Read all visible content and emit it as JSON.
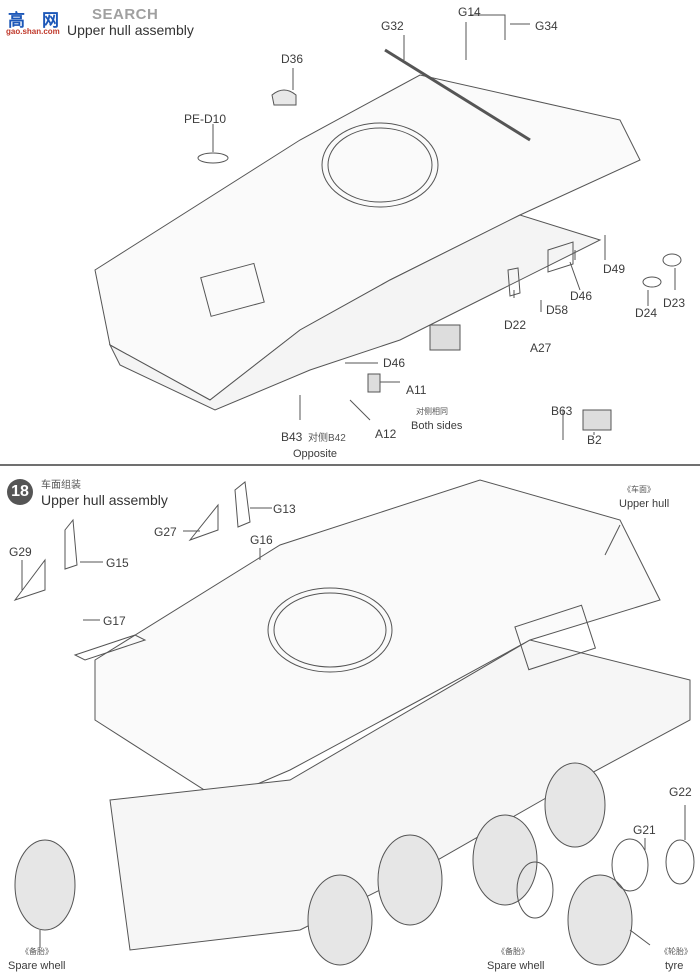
{
  "watermark": {
    "brand_text": "SEARCH",
    "logo_chars": [
      "高",
      "网"
    ],
    "logo_sub": "gao.shan.com"
  },
  "step17": {
    "title_en": "Upper hull assembly",
    "callouts": {
      "G14": "G14",
      "G32": "G32",
      "G34": "G34",
      "D36": "D36",
      "PE_D10": "PE-D10",
      "D49": "D49",
      "D46a": "D46",
      "D58": "D58",
      "D22": "D22",
      "A27": "A27",
      "D24": "D24",
      "D23": "D23",
      "D46b": "D46",
      "A11": "A11",
      "A12": "A12",
      "B43": "B43",
      "B42_note": "对侧B42",
      "opposite": "Opposite",
      "both_sides_cn": "对侧相同",
      "both_sides_en": "Both sides",
      "B63": "B63",
      "B2": "B2"
    }
  },
  "step18": {
    "number": "18",
    "title_cn": "车面组装",
    "title_en": "Upper hull assembly",
    "callouts": {
      "G13": "G13",
      "G27": "G27",
      "G16": "G16",
      "G29": "G29",
      "G15": "G15",
      "G17": "G17",
      "G21": "G21",
      "G22": "G22",
      "upper_hull_cn": "《车面》",
      "upper_hull_en": "Upper hull",
      "spare_left_cn": "《备胎》",
      "spare_left_en": "Spare whell",
      "spare_mid_cn": "《备胎》",
      "spare_mid_en": "Spare whell",
      "tyre_cn": "《轮胎》",
      "tyre_en": "tyre"
    }
  }
}
